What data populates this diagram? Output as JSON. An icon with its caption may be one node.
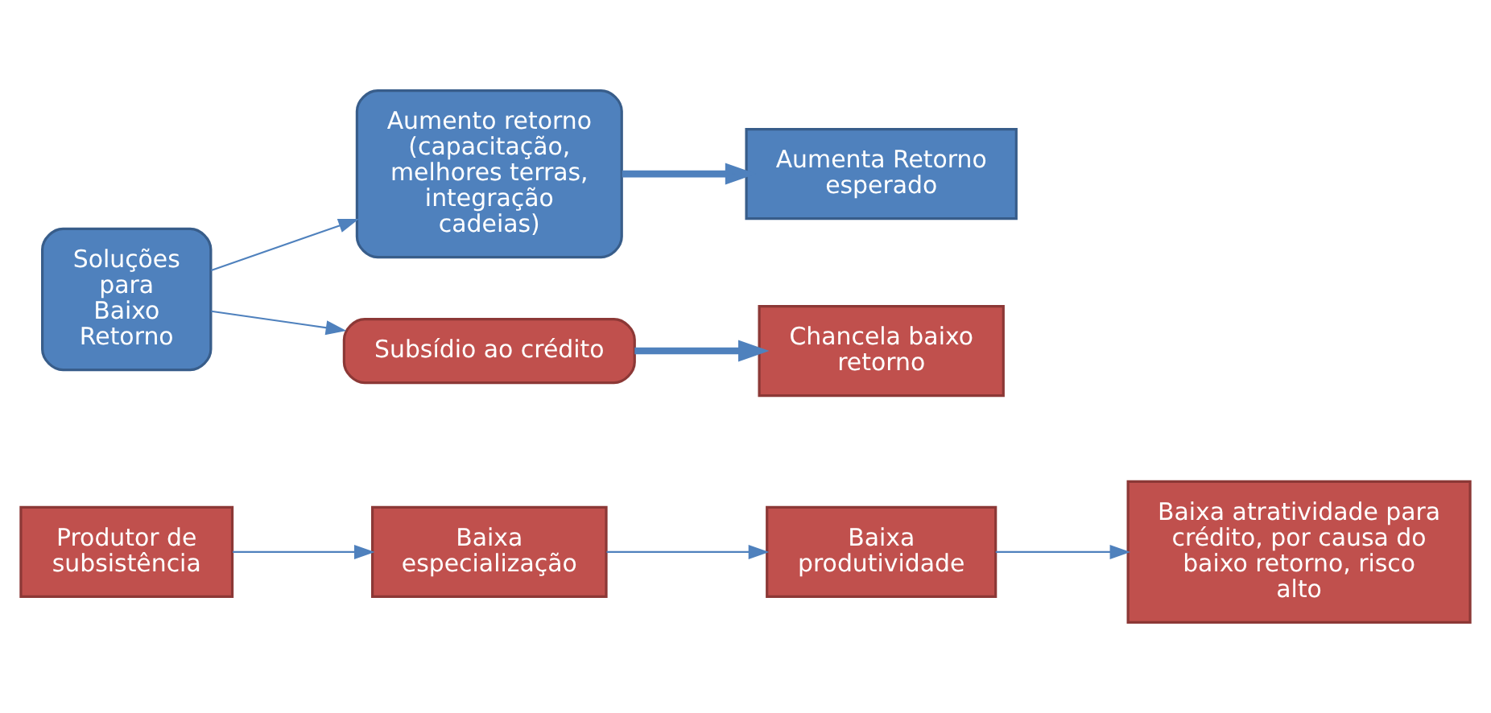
{
  "diagram": {
    "nodes": [
      {
        "text": [
          "Produtor de subsistência"
        ]
      },
      {
        "text": [
          "Baixa especialização"
        ]
      },
      {
        "text": [
          "Baixa produtividade"
        ]
      },
      {
        "text": [
          "Baixa atratividade para crédito, por causa do baixo retorno, risco alto"
        ]
      },
      {
        "text": [
          "Soluções para Baixo Retorno"
        ]
      },
      {
        "text": [
          "Aumento retorno (capacitação, melhores terras, integração cadeias)"
        ]
      },
      {
        "text": [
          "Aumenta Retorno esperado"
        ]
      },
      {
        "text": [
          "Subsídio ao crédito"
        ]
      },
      {
        "text": [
          "Chancela baixo retorno"
        ]
      }
    ],
    "edges": [
      {
        "from": 0,
        "to": 1,
        "arrow": "to"
      },
      {
        "from": 1,
        "to": 2,
        "arrow": "to"
      },
      {
        "from": 2,
        "to": 3,
        "arrow": "to"
      },
      {
        "from": 4,
        "to": 5,
        "arrow": "to"
      },
      {
        "from": 4,
        "to": 7,
        "arrow": "to"
      },
      {
        "from": 5,
        "to": 6,
        "arrow": "to",
        "style": "thick"
      },
      {
        "from": 7,
        "to": 8,
        "arrow": "to",
        "style": "thick"
      }
    ]
  }
}
